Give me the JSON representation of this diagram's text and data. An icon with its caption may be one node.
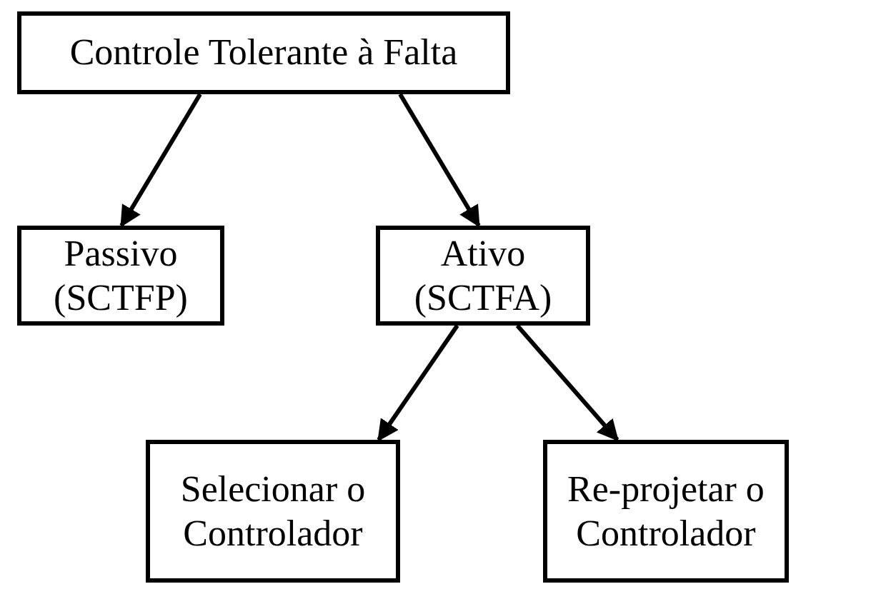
{
  "diagram": {
    "nodes": [
      {
        "text": [
          "Controle Tolerante à Falta"
        ]
      },
      {
        "text": [
          "Passivo (SCTFP)"
        ]
      },
      {
        "text": [
          "Ativo (SCTFA)"
        ]
      },
      {
        "text": [
          "Selecionar o Controlador"
        ]
      },
      {
        "text": [
          "Re-projetar o Controlador"
        ]
      }
    ],
    "edges": [
      {
        "from": 0,
        "to": 1,
        "arrow": "to"
      },
      {
        "from": 0,
        "to": 2,
        "arrow": "to"
      },
      {
        "from": 2,
        "to": 3,
        "arrow": "to"
      },
      {
        "from": 2,
        "to": 4,
        "arrow": "to"
      }
    ]
  }
}
